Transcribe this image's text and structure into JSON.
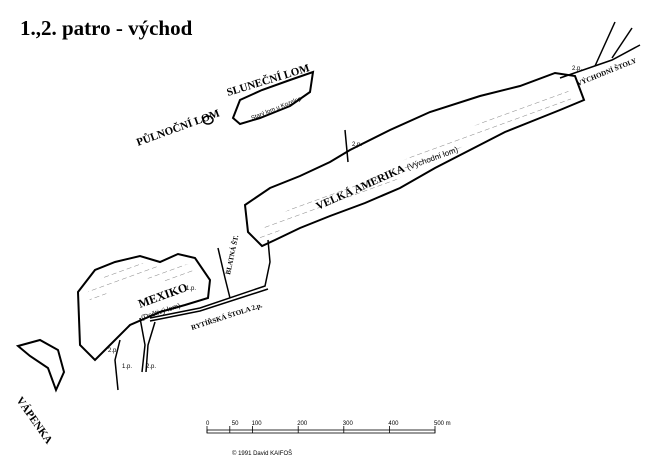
{
  "title": "1.,2. patro - východ",
  "labels": {
    "pulnocni_lom": "PŮLNOČNÍ LOM",
    "slunecni_lom": "SLUNEČNÍ LOM",
    "stary_lom": "Starý lom u Kozelop",
    "velka_amerika": "VELKÁ AMERIKA",
    "vychodni_lom": "(Východní lom)",
    "vychodni_stoly": "VÝCHODNÍ ŠTOLY",
    "mexiko": "MEXIKO",
    "destivy_lom": "(Deštivý lom)",
    "blatna_st": "BLATNÁ ŠT.",
    "rytirska_stola": "RYTÍŘSKÁ ŠTOLA 2.p.",
    "vapenka": "VÁPENKA",
    "floor_1p": "1.p.",
    "floor_2p": "2.p."
  },
  "scale": {
    "ticks": [
      "0",
      "50",
      "100",
      "200",
      "300",
      "400",
      "500 m"
    ],
    "values": [
      0,
      50,
      100,
      200,
      300,
      400,
      500
    ]
  },
  "copyright": "© 1991 David KAIFOŠ"
}
